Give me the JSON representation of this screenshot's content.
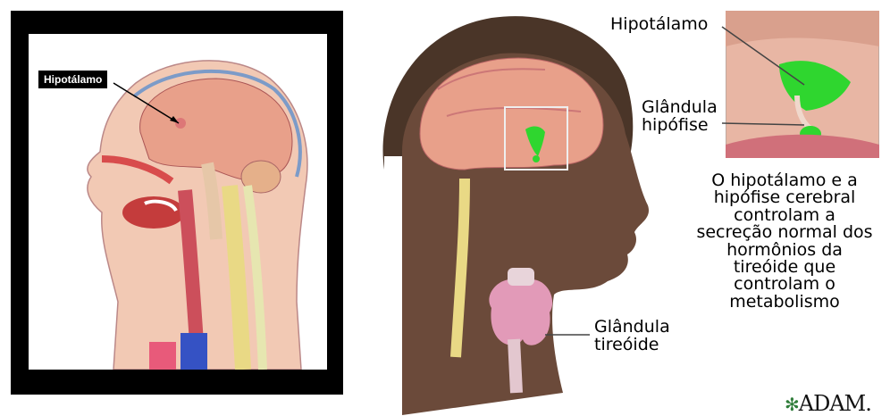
{
  "left_panel": {
    "label": "Hipotálamo"
  },
  "right_panel": {
    "labels": {
      "hipotalamo": "Hipotálamo",
      "hipofise_line1": "Glândula",
      "hipofise_line2": "hipófise",
      "tireoide_line1": "Glândula",
      "tireoide_line2": "tireóide"
    },
    "caption": [
      "O hipotálamo e a",
      "hipófise cerebral",
      "controlam a",
      "secreção normal dos",
      "hormônios da",
      "tireóide que",
      "controlam o",
      "metabolismo"
    ]
  },
  "logo": {
    "mark": "✻",
    "text": "ADAM."
  },
  "colors": {
    "brain": "#e8a08a",
    "highlight": "#2fd62f",
    "skin": "#6b4a3a",
    "thyroid": "#e29ab8",
    "spine": "#e9d985"
  }
}
